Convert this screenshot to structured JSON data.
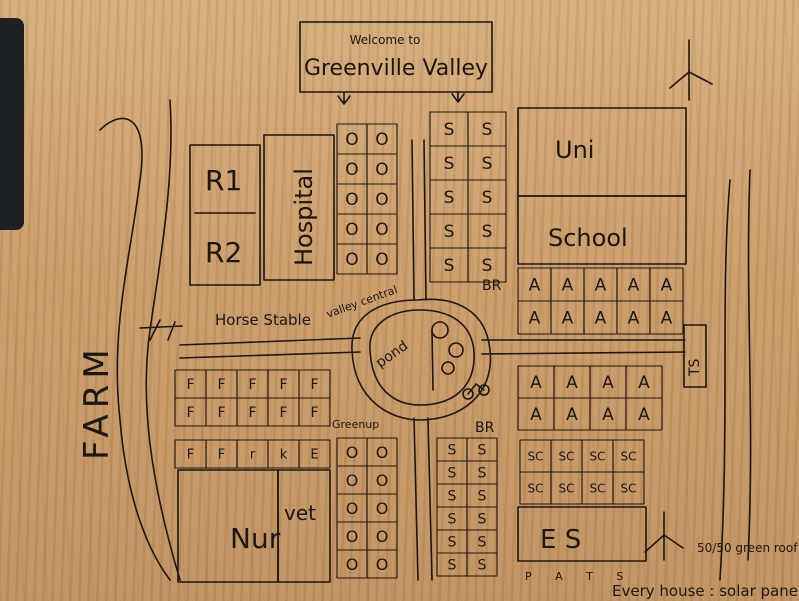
{
  "sign": {
    "line1": "Welcome to",
    "line2": "Greenville Valley"
  },
  "labels": {
    "farm": "FARM",
    "hospital": "Hospital",
    "r1": "R1",
    "r2": "R2",
    "horse_stable": "Horse Stable",
    "valley_central": "valley central",
    "pond": "pond",
    "uni": "Uni",
    "school": "School",
    "br_top": "BR",
    "br_bottom": "BR",
    "ts": "TS",
    "greenup": "Greenup",
    "nur": "Nur",
    "vet": "vet",
    "es": "E S",
    "green_roof": "50/50 green roof",
    "footer_letters": "P A T S",
    "every_house": "Every house : solar panel"
  },
  "grids": {
    "top_s": {
      "letter": "S",
      "rows": 5,
      "cols": 2
    },
    "top_o": {
      "letter": "O",
      "rows": 5,
      "cols": 2
    },
    "a_top": {
      "letter": "A",
      "rows": 2,
      "cols": 5
    },
    "f_left": {
      "letter": "F",
      "rows": 2,
      "cols": 5
    },
    "f_left_row3": [
      "F",
      "F",
      "r",
      "k",
      "E"
    ],
    "bottom_o": {
      "letter": "O",
      "rows": 5,
      "cols": 2
    },
    "bottom_s": {
      "letter": "S",
      "rows": 6,
      "cols": 2
    },
    "a_bottom": {
      "letter": "A",
      "rows": 2,
      "cols": 4
    },
    "sc": {
      "letter": "SC",
      "rows": 2,
      "cols": 4
    }
  }
}
